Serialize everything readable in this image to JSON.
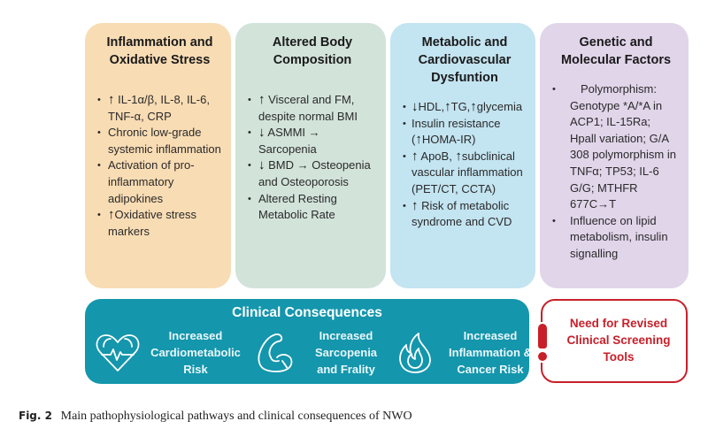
{
  "boxes": {
    "inflammation": {
      "title_line1": "Inflammation and",
      "title_line2": "Oxidative Stress",
      "color": "#f8dcb4",
      "items": [
        {
          "arrow": "↑",
          "text": " IL-1α/β, IL-8, IL-6, TNF-α, CRP"
        },
        {
          "arrow": "",
          "text": "Chronic low-grade systemic inflammation"
        },
        {
          "arrow": "",
          "text": "Activation of pro-inflammatory adipokines"
        },
        {
          "arrow": "↑",
          "text": "Oxidative stress markers"
        }
      ]
    },
    "body_composition": {
      "title_line1": "Altered Body",
      "title_line2": "Composition",
      "color": "#d2e3da",
      "items": [
        {
          "arrow": "↑",
          "text": " Visceral and FM, despite normal BMI"
        },
        {
          "arrow": "↓",
          "text": " ASMMI → Sarcopenia"
        },
        {
          "arrow": "↓",
          "text": " BMD → Osteopenia and Osteoporosis"
        },
        {
          "arrow": "",
          "text": "Altered Resting Metabolic Rate"
        }
      ]
    },
    "metabolic": {
      "title_line1": "Metabolic and",
      "title_line2": "Cardiovascular",
      "title_line3": "Dysfuntion",
      "color": "#c3e4f1",
      "items": [
        {
          "parts": [
            {
              "arrow": "↓",
              "text": "HDL,"
            },
            {
              "arrow": "↑",
              "text": "TG,"
            },
            {
              "arrow": "↑",
              "text": "glycemia"
            }
          ]
        },
        {
          "text_a": "Insulin resistance (",
          "arrow": "↑",
          "text_b": "HOMA-IR)"
        },
        {
          "parts": [
            {
              "arrow": "↑",
              "text": " ApoB, "
            },
            {
              "arrow": "↑",
              "text": "subclinical vascular inflammation (PET/CT, CCTA)"
            }
          ]
        },
        {
          "arrow": "↑",
          "text": " Risk of metabolic syndrome and CVD"
        }
      ]
    },
    "genetic": {
      "title_line1": "Genetic and",
      "title_line2": "Molecular Factors",
      "color": "#e1d5ea",
      "items": [
        {
          "text": "Polymorphism: Genotype *A/*A in ACP1; IL-15Ra; Hpall variation; G/A 308 polymorphism in TNFα; TP53; IL-6 G/G; MTHFR 677C→T"
        },
        {
          "text": "Influence on lipid metabolism, insulin signalling"
        }
      ]
    }
  },
  "clinical_consequences": {
    "title": "Clinical Consequences",
    "color": "#1496ac",
    "items": [
      {
        "icon": "heart-pulse-icon",
        "line1": "Increased",
        "line2": "Cardiometabolic",
        "line3": "Risk"
      },
      {
        "icon": "flexed-arm-icon",
        "line1": "Increased",
        "line2": "Sarcopenia",
        "line3": "and Frality"
      },
      {
        "icon": "flame-icon",
        "line1": "Increased",
        "line2": "Inflammation &",
        "line3": "Cancer Risk"
      }
    ]
  },
  "screening_callout": {
    "icon": "exclamation-icon",
    "line1": "Need for Revised",
    "line2": "Clinical Screening",
    "line3": "Tools",
    "color": "#c8202a"
  },
  "caption": {
    "label": "Fig. 2",
    "text": "Main pathophysiological pathways and clinical consequences of NWO"
  }
}
